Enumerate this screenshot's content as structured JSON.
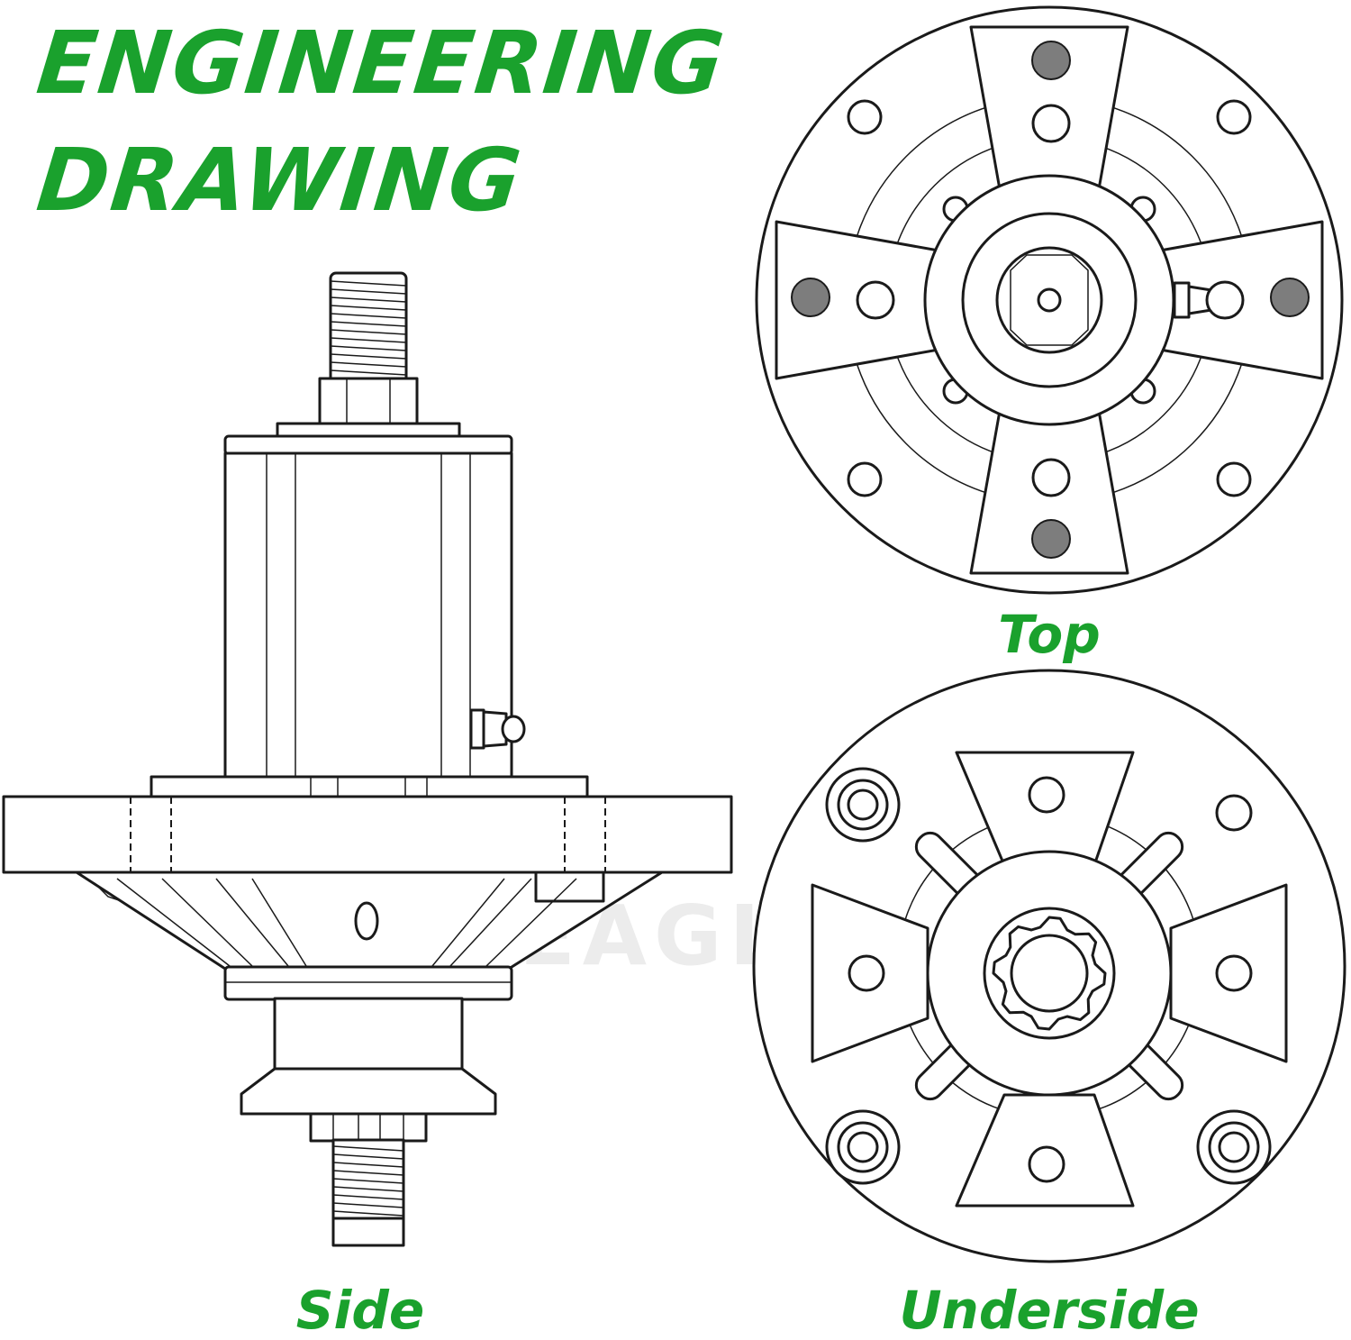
{
  "title": {
    "line1": "ENGINEERING",
    "line2": "DRAWING"
  },
  "views": {
    "top": "Top",
    "side": "Side",
    "underside": "Underside"
  },
  "watermark": "POSEAGLE",
  "colors": {
    "accent": "#1aa12d",
    "line": "#1a1a1a",
    "filled_hole": "#7d7d7d",
    "background": "#ffffff"
  }
}
